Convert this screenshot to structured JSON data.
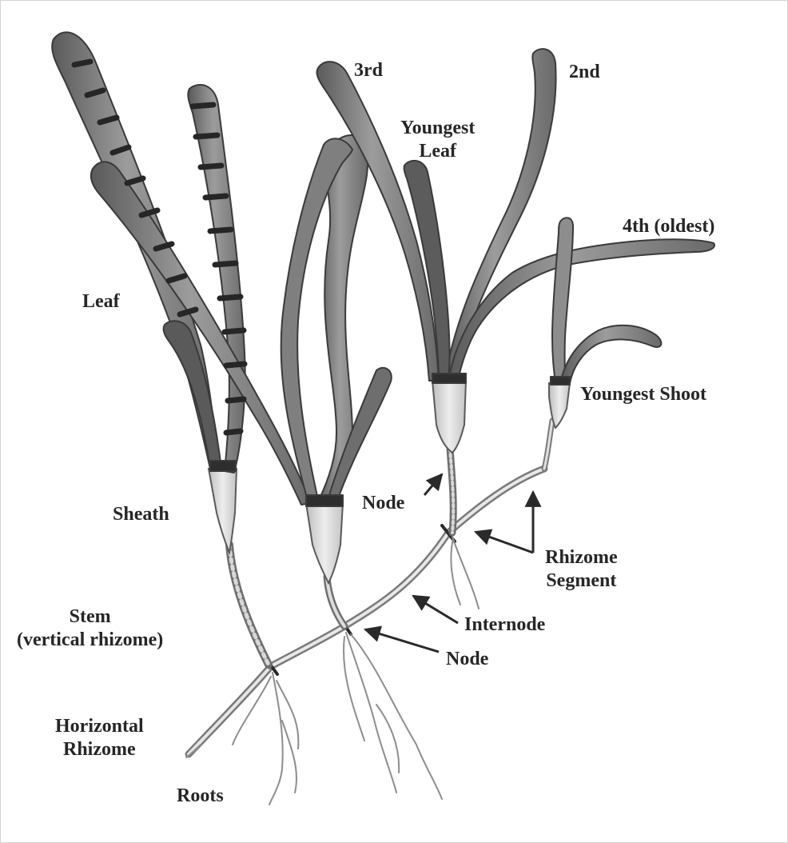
{
  "labels": {
    "third": "3rd",
    "second": "2nd",
    "youngest_leaf": [
      "Youngest",
      "Leaf"
    ],
    "fourth_oldest": "4th (oldest)",
    "leaf": "Leaf",
    "youngest_shoot": "Youngest Shoot",
    "node_upper": "Node",
    "sheath": "Sheath",
    "rhizome_segment": [
      "Rhizome",
      "Segment"
    ],
    "stem": [
      "Stem",
      "(vertical rhizome)"
    ],
    "internode": "Internode",
    "node_lower": "Node",
    "horizontal_rhizome": [
      "Horizontal",
      "Rhizome"
    ],
    "roots": "Roots"
  },
  "colors": {
    "leaf_fill": "#8a8a8a",
    "leaf_outline": "#3a3a3a",
    "band": "#2e2e2e",
    "sheath_fill": "#d9d9d9",
    "rhizome": "#9a9a9a",
    "text": "#262626"
  }
}
